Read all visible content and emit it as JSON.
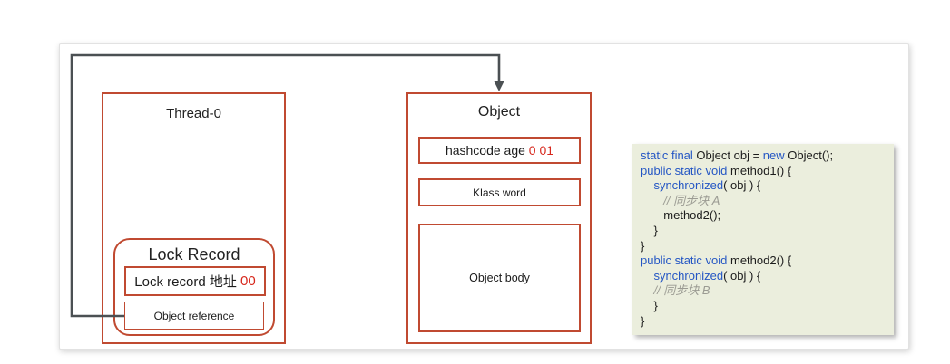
{
  "diagram": {
    "thread": {
      "title": "Thread-0",
      "lock_record": {
        "title": "Lock Record",
        "address_label": "Lock record 地址 ",
        "address_value": "00",
        "reference_label": "Object reference"
      }
    },
    "object": {
      "title": "Object",
      "mark_word_label": "hashcode age ",
      "mark_word_value": "0 01",
      "klass_label": "Klass word",
      "body_label": "Object body"
    },
    "colors": {
      "box_border_red": "#c04a31",
      "value_red": "#d7281d",
      "arrow_gray": "#4b5053",
      "keyword_blue": "#2456c4",
      "comment_gray": "#9b9b93",
      "code_background": "#ebeedd"
    }
  },
  "code": {
    "lines": [
      [
        {
          "t": "static final",
          "c": "kw"
        },
        {
          "t": " Object obj = ",
          "c": "p"
        },
        {
          "t": "new",
          "c": "kw"
        },
        {
          "t": " Object();",
          "c": "p"
        }
      ],
      [
        {
          "t": "public static void",
          "c": "kw"
        },
        {
          "t": " method1() {",
          "c": "p"
        }
      ],
      [
        {
          "t": "    ",
          "c": "p"
        },
        {
          "t": "synchronized",
          "c": "kw"
        },
        {
          "t": "( obj ) {",
          "c": "p"
        }
      ],
      [
        {
          "t": "       ",
          "c": "p"
        },
        {
          "t": "// 同步块 A",
          "c": "c"
        }
      ],
      [
        {
          "t": "       method2();",
          "c": "p"
        }
      ],
      [
        {
          "t": "    }",
          "c": "p"
        }
      ],
      [
        {
          "t": "}",
          "c": "p"
        }
      ],
      [
        {
          "t": "public static void",
          "c": "kw"
        },
        {
          "t": " method2() {",
          "c": "p"
        }
      ],
      [
        {
          "t": "    ",
          "c": "p"
        },
        {
          "t": "synchronized",
          "c": "kw"
        },
        {
          "t": "( obj ) {",
          "c": "p"
        }
      ],
      [
        {
          "t": "    ",
          "c": "p"
        },
        {
          "t": "// 同步块 B",
          "c": "c"
        }
      ],
      [
        {
          "t": "    }",
          "c": "p"
        }
      ],
      [
        {
          "t": "}",
          "c": "p"
        }
      ]
    ]
  }
}
